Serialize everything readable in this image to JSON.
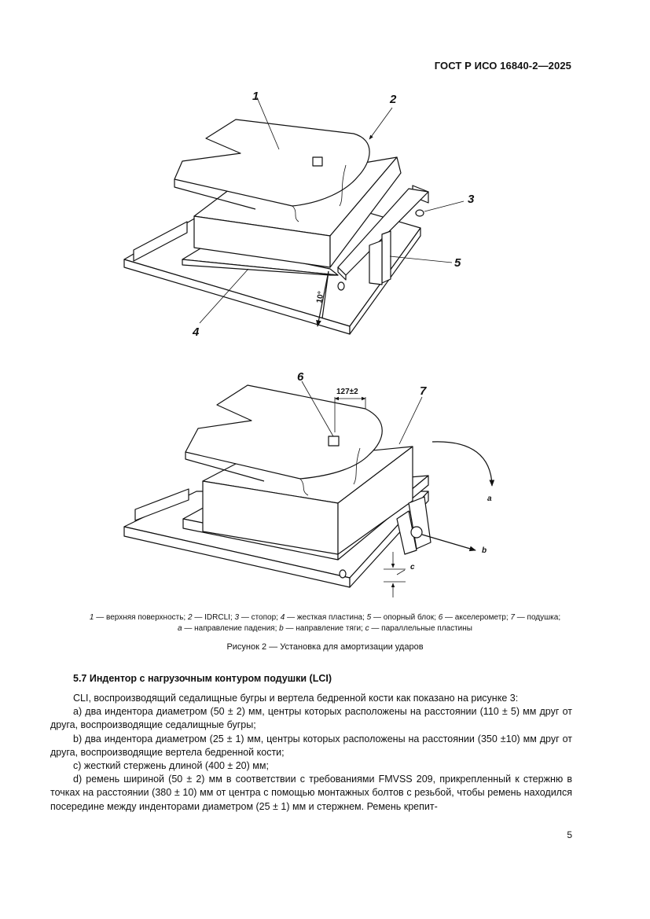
{
  "header": {
    "standard": "ГОСТ Р ИСО 16840-2—2025"
  },
  "figure": {
    "callouts_top": [
      "1",
      "2",
      "3",
      "4",
      "5"
    ],
    "angle_label": "10°",
    "callouts_bottom": [
      "6",
      "7"
    ],
    "dimension_label": "127±2",
    "direction_labels": [
      "a",
      "b",
      "c"
    ],
    "legend": [
      {
        "key": "1",
        "text": "— верхняя поверхность;"
      },
      {
        "key": "2",
        "text": "— IDRCLI;"
      },
      {
        "key": "3",
        "text": "— стопор;"
      },
      {
        "key": "4",
        "text": "— жесткая пластина;"
      },
      {
        "key": "5",
        "text": "— опорный блок;"
      },
      {
        "key": "6",
        "text": "— акселерометр;"
      },
      {
        "key": "7",
        "text": "— подушка;"
      },
      {
        "key": "a",
        "text": "— направление падения;"
      },
      {
        "key": "b",
        "text": "— направление тяги;"
      },
      {
        "key": "c",
        "text": "— параллельные пластины"
      }
    ],
    "caption": "Рисунок 2 — Установка для амортизации ударов"
  },
  "section": {
    "title": "5.7 Индентор с нагрузочным контуром подушки (LCI)"
  },
  "paragraphs": [
    "CLI, воспроизводящий седалищные бугры и вертела бедренной кости как показано на рисунке 3:",
    "a) два индентора диаметром (50 ± 2) мм, центры которых расположены на расстоянии (110 ± 5) мм друг от друга, воспроизводящие седалищные бугры;",
    "b) два индентора диаметром (25 ± 1) мм, центры которых расположены на расстоянии (350 ±10) мм друг от друга, воспроизводящие вертела бедренной кости;",
    "c) жесткий стержень длиной (400 ± 20) мм;",
    "d) ремень шириной (50 ± 2) мм в соответствии с требованиями FMVSS 209, прикрепленный к стержню в точках на расстоянии (380 ± 10) мм от центра с помощью монтажных болтов с резьбой, чтобы ремень находился посередине между инденторами диаметром (25 ± 1) мм и стержнем. Ремень крепит-"
  ],
  "footer": {
    "page_number": "5"
  }
}
